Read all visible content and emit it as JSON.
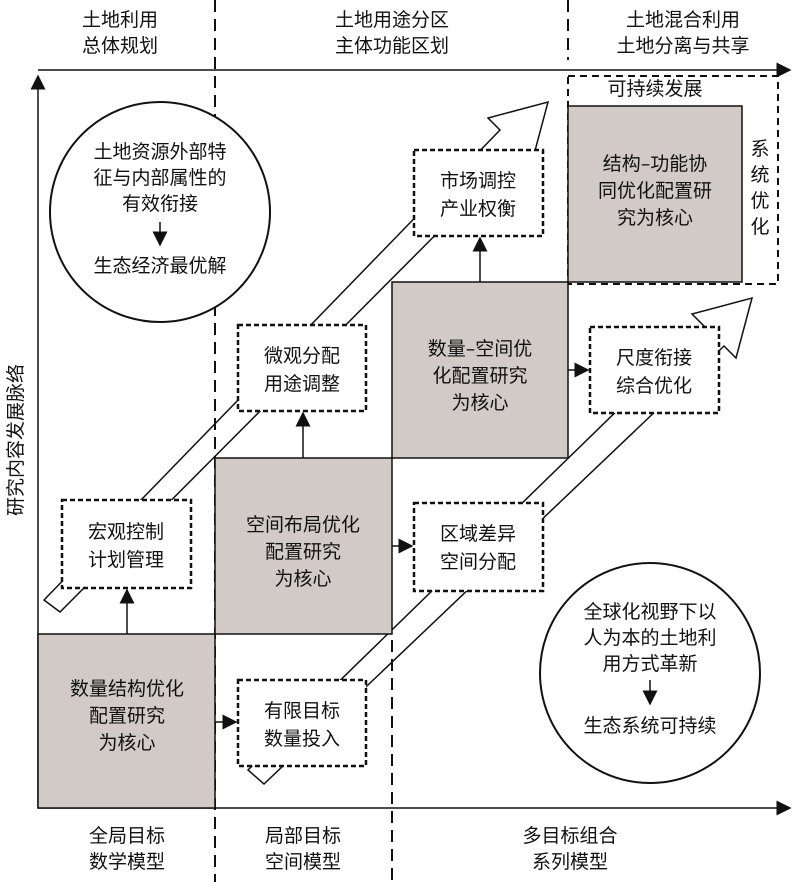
{
  "top_headers": [
    [
      "土地利用",
      "总体规划"
    ],
    [
      "土地用途分区",
      "主体功能区划"
    ],
    [
      "土地混合利用",
      "土地分离与共享"
    ]
  ],
  "bottom_headers": [
    [
      "全局目标",
      "数学模型"
    ],
    [
      "局部目标",
      "空间模型"
    ],
    [
      "多目标组合",
      "系列模型"
    ]
  ],
  "y_axis_label": "研究内容发展脉络",
  "sustainable_label": "可持续发展",
  "system_opt_label": [
    "系",
    "统",
    "优",
    "化"
  ],
  "gray_boxes": [
    [
      "数量结构优化",
      "配置研究",
      "为核心"
    ],
    [
      "空间布局优化",
      "配置研究",
      "为核心"
    ],
    [
      "数量–空间优",
      "化配置研究",
      "为核心"
    ],
    [
      "结构–功能协",
      "同优化配置研",
      "究为核心"
    ]
  ],
  "dashed_boxes": {
    "macro": [
      "宏观控制",
      "计划管理"
    ],
    "micro": [
      "微观分配",
      "用途调整"
    ],
    "market": [
      "市场调控",
      "产业权衡"
    ],
    "limited": [
      "有限目标",
      "数量投入"
    ],
    "regional": [
      "区域差异",
      "空间分配"
    ],
    "scale": [
      "尺度衔接",
      "综合优化"
    ]
  },
  "circle_top": {
    "lines": [
      "土地资源外部特",
      "征与内部属性的",
      "有效衔接"
    ],
    "result": "生态经济最优解"
  },
  "circle_bottom": {
    "lines": [
      "全球化视野下以",
      "人为本的土地利",
      "用方式革新"
    ],
    "result": "生态系统可持续"
  },
  "colors": {
    "gray_fill": "#d1cac6",
    "line": "#111111"
  }
}
